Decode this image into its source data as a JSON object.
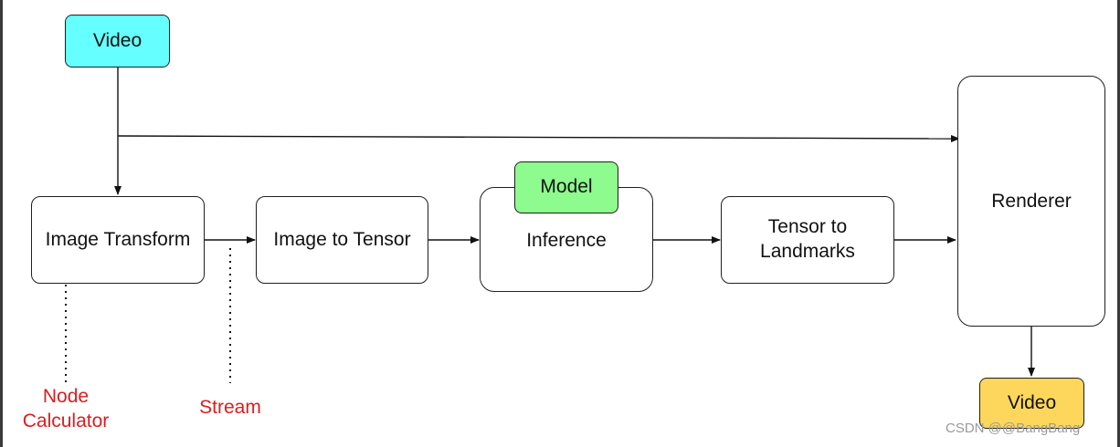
{
  "nodes": {
    "video_input": "Video",
    "image_transform": "Image Transform",
    "image_to_tensor": "Image to Tensor",
    "inference": "Inference",
    "model": "Model",
    "tensor_to_landmarks": "Tensor to\nLandmarks",
    "renderer": "Renderer",
    "video_output": "Video"
  },
  "annotations": {
    "node_calculator": "Node\nCalculator",
    "stream": "Stream"
  },
  "watermark": "CSDN @@BangBang",
  "colors": {
    "video_input_fill": "#66ffff",
    "model_fill": "#8dfb8d",
    "video_output_fill": "#fdd75c",
    "annotation_text": "#d81e1e"
  }
}
